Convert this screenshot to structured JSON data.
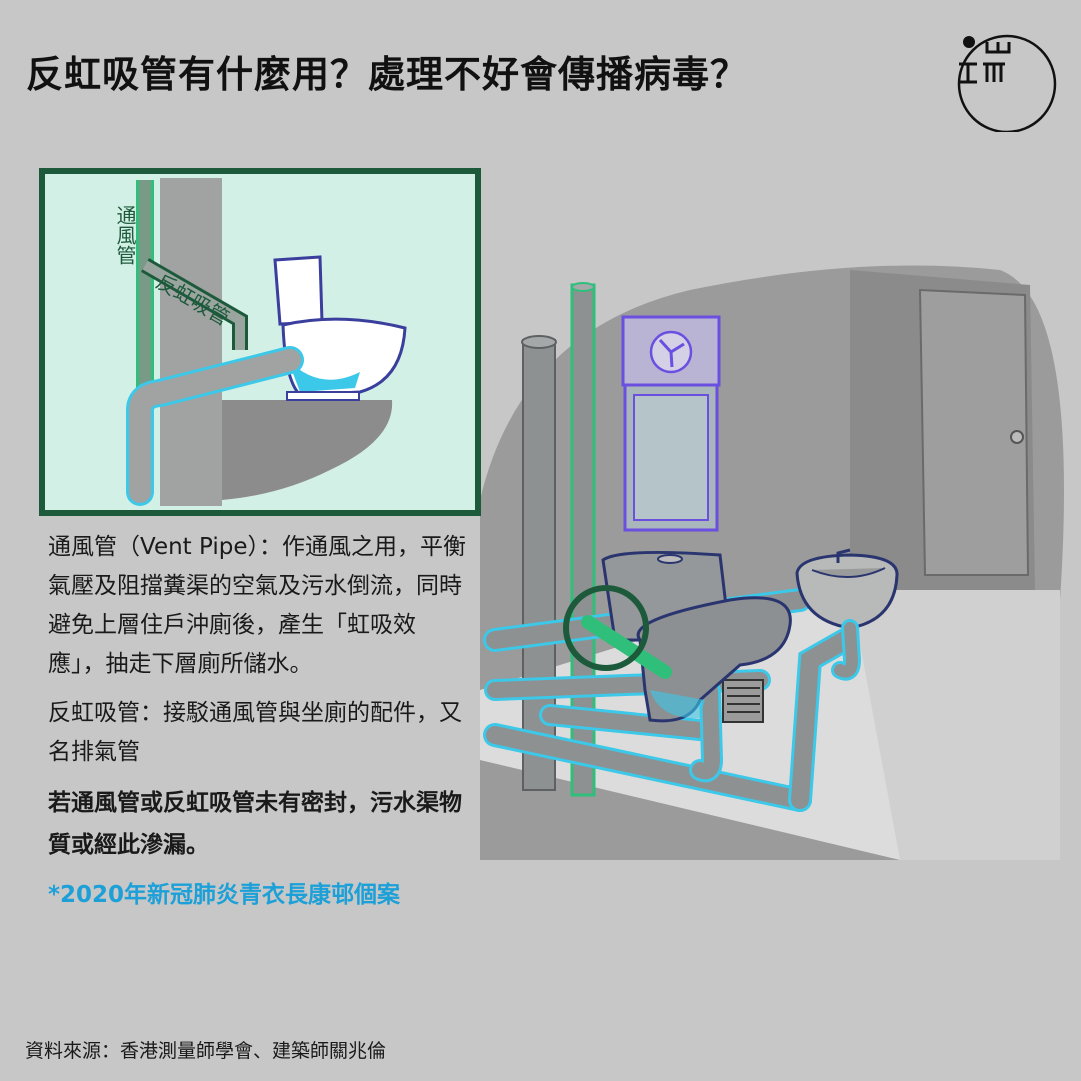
{
  "header": {
    "title": "反虹吸管有什麼用？處理不好會傳播病毒？"
  },
  "logo": {
    "icon": "initium-logo-icon"
  },
  "inset": {
    "label_vent": "通風管",
    "label_anti_siphon": "反虹吸管"
  },
  "description": {
    "vent_pipe": "通風管（Vent Pipe）：作通風之用，平衡氣壓及阻擋糞渠的空氣及污水倒流，同時避免上層住戶沖廁後，產生「虹吸效應」，抽走下層廁所儲水。",
    "anti_siphon": "反虹吸管：接駁通風管與坐廁的配件，又名排氣管",
    "warning": "若通風管或反虹吸管未有密封，污水渠物質或經此滲漏。",
    "case_note": "*2020年新冠肺炎青衣長康邨個案"
  },
  "footer": {
    "source": "資料來源：香港測量師學會、建築師關兆倫"
  },
  "colors": {
    "background": "#c6c7c6",
    "inset_border": "#1d5a3c",
    "inset_background": "#d3f0e6",
    "vent_green": "#2fbf7a",
    "pipe_cyan": "#3cc8e8",
    "window_purple": "#6a4fe0",
    "highlight_blue": "#1da0d8"
  }
}
